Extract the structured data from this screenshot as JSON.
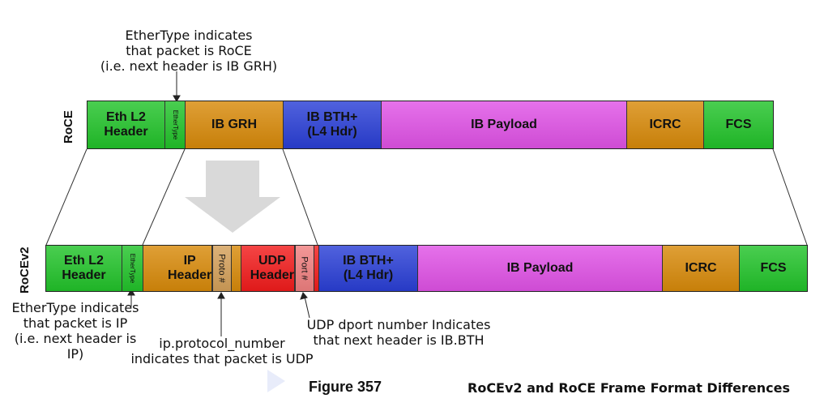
{
  "notes": {
    "roce_ethertype": [
      "EtherType indicates",
      "that packet is RoCE",
      "(i.e. next header is IB GRH)"
    ],
    "rocev2_ethertype": [
      "EtherType indicates",
      "that packet is IP",
      "(i.e. next header is",
      "IP)"
    ],
    "ip_protocol": [
      "ip.protocol_number",
      "indicates that packet is UDP"
    ],
    "udp_dport": [
      "UDP dport number Indicates",
      "that next header is IB.BTH"
    ]
  },
  "roce": {
    "label": "RoCE",
    "segments": {
      "eth_l2": "Eth L2\nHeader",
      "ethertype": "EtherType",
      "ib_grh": "IB GRH",
      "ib_bth": "IB BTH+\n(L4 Hdr)",
      "ib_payload": "IB Payload",
      "icrc": "ICRC",
      "fcs": "FCS"
    }
  },
  "rocev2": {
    "label": "RoCEv2",
    "segments": {
      "eth_l2": "Eth L2\nHeader",
      "ethertype": "EtherType",
      "ip_header": "IP\nHeader",
      "proto": "Proto #",
      "udp_header": "UDP\nHeader",
      "port": "Port #",
      "ib_bth": "IB BTH+\n(L4 Hdr)",
      "ib_payload": "IB Payload",
      "icrc": "ICRC",
      "fcs": "FCS"
    }
  },
  "colors": {
    "green": "#22c32a",
    "orange": "#d88a0a",
    "blue": "#2a3fd6",
    "magenta": "#e052e6",
    "red": "#f21c1c",
    "proto_tan": "#d4a05a",
    "port_pink": "#f08080",
    "arrow_gray": "#d9d9d9"
  },
  "caption": {
    "number": "Figure 357",
    "title": "RoCEv2 and RoCE Frame Format Differences"
  }
}
